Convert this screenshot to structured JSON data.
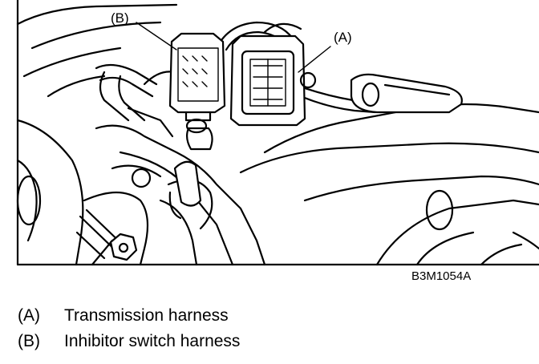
{
  "figure": {
    "code": "B3M1054A",
    "callout_a": "(A)",
    "callout_b": "(B)"
  },
  "legend": [
    {
      "key": "(A)",
      "label": "Transmission harness"
    },
    {
      "key": "(B)",
      "label": "Inhibitor switch harness"
    }
  ]
}
